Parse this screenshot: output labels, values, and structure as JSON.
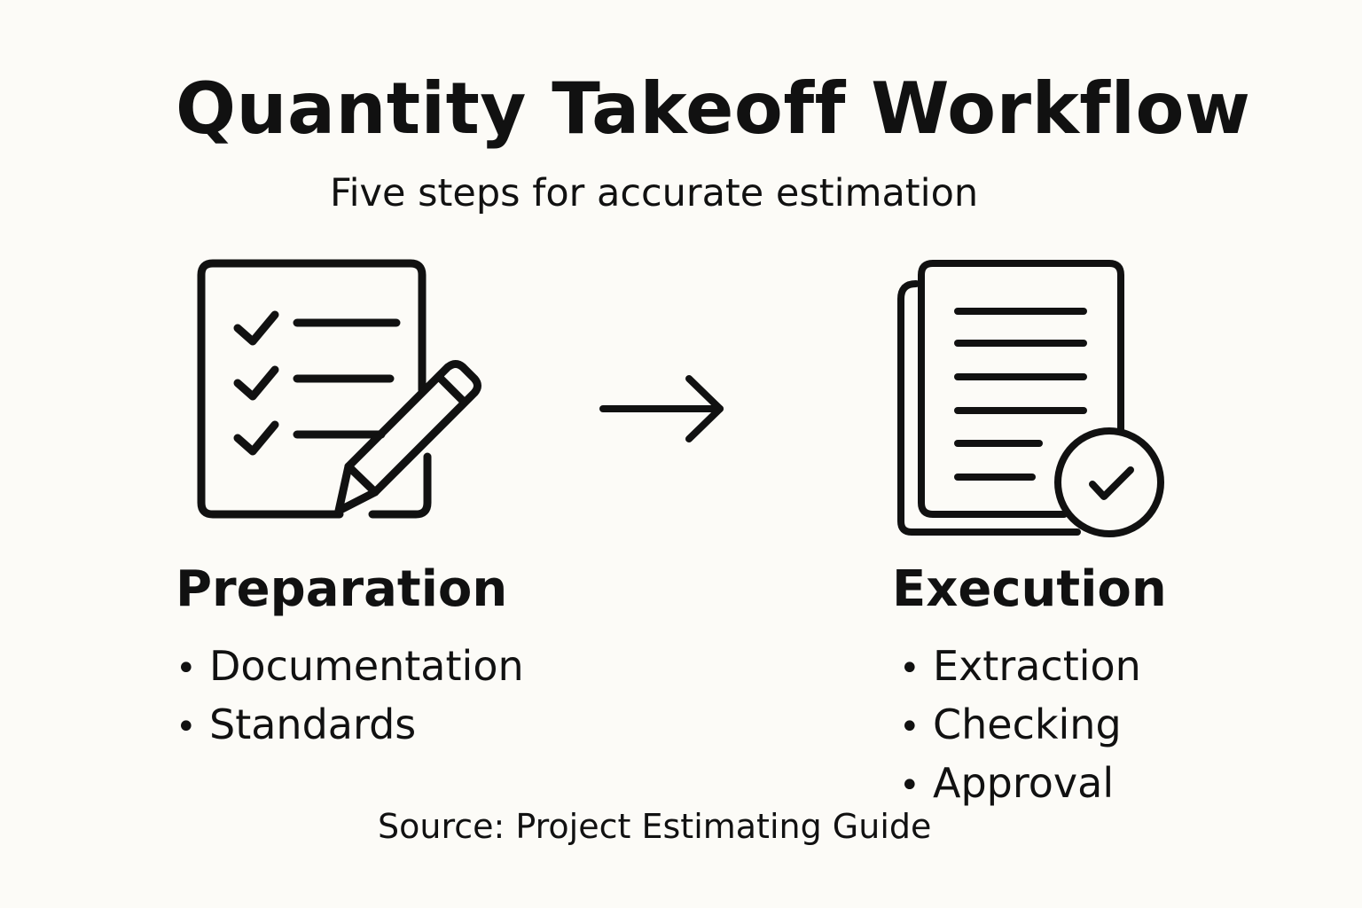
{
  "title": "Quantity Takeoff Workflow",
  "subtitle": "Five steps for accurate estimation",
  "stages": [
    {
      "heading": "Preparation",
      "icon": "checklist-pencil-icon",
      "items": [
        "Documentation",
        "Standards"
      ]
    },
    {
      "heading": "Execution",
      "icon": "documents-check-icon",
      "items": [
        "Extraction",
        "Checking",
        "Approval"
      ]
    }
  ],
  "connector_icon": "arrow-right-icon",
  "bullet": "•",
  "source": "Source: Project Estimating Guide",
  "colors": {
    "background": "#fcfbf7",
    "ink": "#111111"
  }
}
